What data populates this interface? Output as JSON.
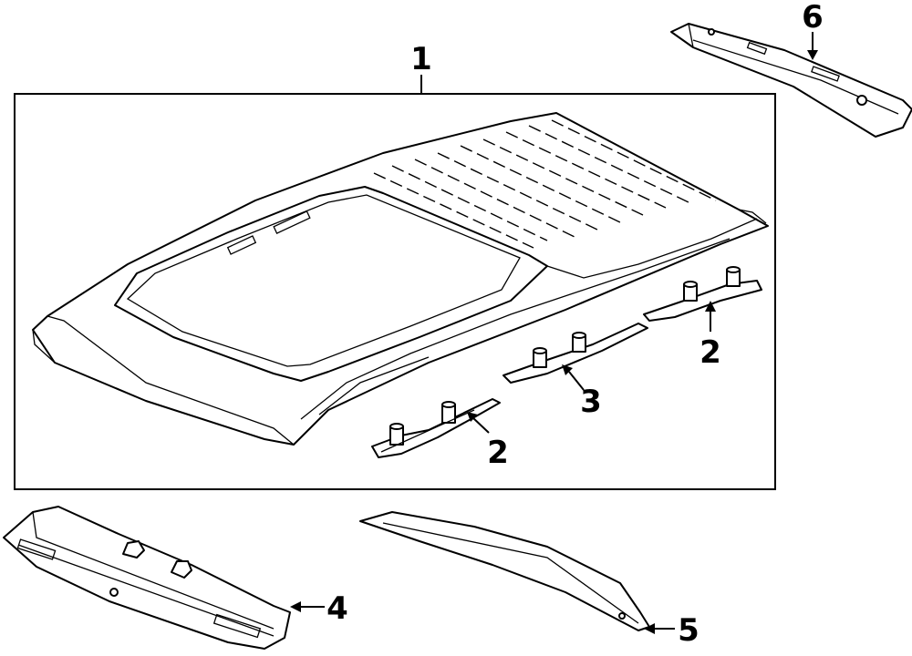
{
  "callouts": {
    "c1": "1",
    "c2a": "2",
    "c2b": "2",
    "c3": "3",
    "c4": "4",
    "c5": "5",
    "c6": "6"
  },
  "colors": {
    "line": "#000000",
    "background": "#ffffff"
  }
}
